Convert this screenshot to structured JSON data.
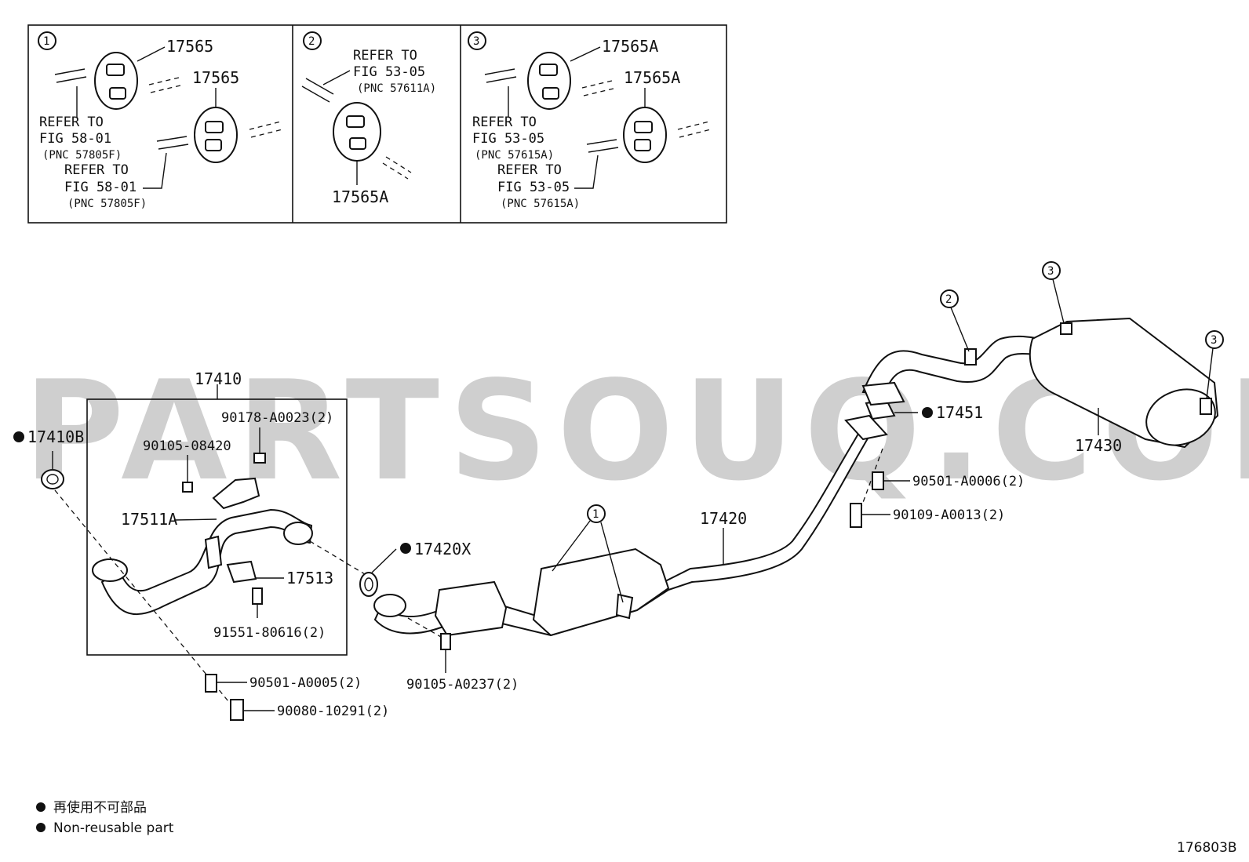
{
  "watermark": "PARTSOUQ.COM",
  "insets": [
    {
      "marker": "1",
      "part1": "17565",
      "part2": "17565",
      "ref1": [
        "REFER TO",
        "FIG 58-01",
        "(PNC 57805F)"
      ],
      "ref2": [
        "REFER TO",
        "FIG 58-01",
        "(PNC 57805F)"
      ]
    },
    {
      "marker": "2",
      "part1": "17565A",
      "ref1": [
        "REFER TO",
        "FIG 53-05",
        "(PNC 57611A)"
      ]
    },
    {
      "marker": "3",
      "part1": "17565A",
      "part2": "17565A",
      "ref1": [
        "REFER TO",
        "FIG 53-05",
        "(PNC 57615A)"
      ],
      "ref2": [
        "REFER TO",
        "FIG 53-05",
        "(PNC 57615A)"
      ]
    }
  ],
  "labels": {
    "l17410": "17410",
    "l90178": "90178-A0023(2)",
    "l90105a": "90105-08420",
    "l17511a": "17511A",
    "l17513": "17513",
    "l91551": "91551-80616(2)",
    "l17410b": "17410B",
    "l90501a": "90501-A0005(2)",
    "l90080": "90080-10291(2)",
    "l17420x": "17420X",
    "l90105b": "90105-A0237(2)",
    "l17420": "17420",
    "l17451": "17451",
    "l90501b": "90501-A0006(2)",
    "l90109": "90109-A0013(2)",
    "l17430": "17430",
    "c1": "1",
    "c2": "2",
    "c3a": "3",
    "c3b": "3"
  },
  "legend": {
    "line1": "再使用不可部品",
    "line2": "Non-reusable part"
  },
  "figure_id": "176803B"
}
